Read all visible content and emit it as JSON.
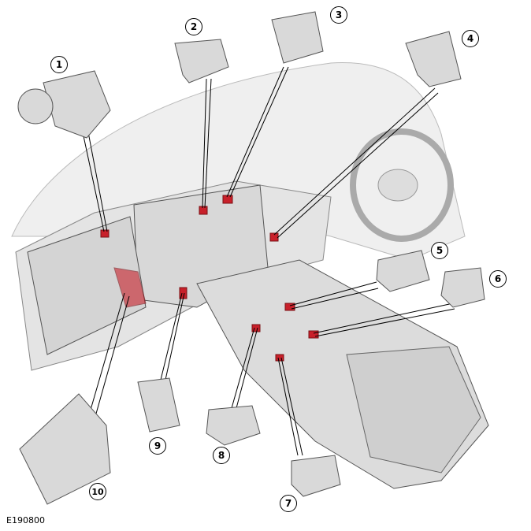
{
  "figure_id": "E190800",
  "callouts": [
    "1",
    "2",
    "3",
    "4",
    "5",
    "6",
    "7",
    "8",
    "9",
    "10"
  ],
  "colors": {
    "highlight": "#c8202a",
    "part": "#d9d9d9",
    "outline": "#555555",
    "ghost": "#ececec"
  }
}
